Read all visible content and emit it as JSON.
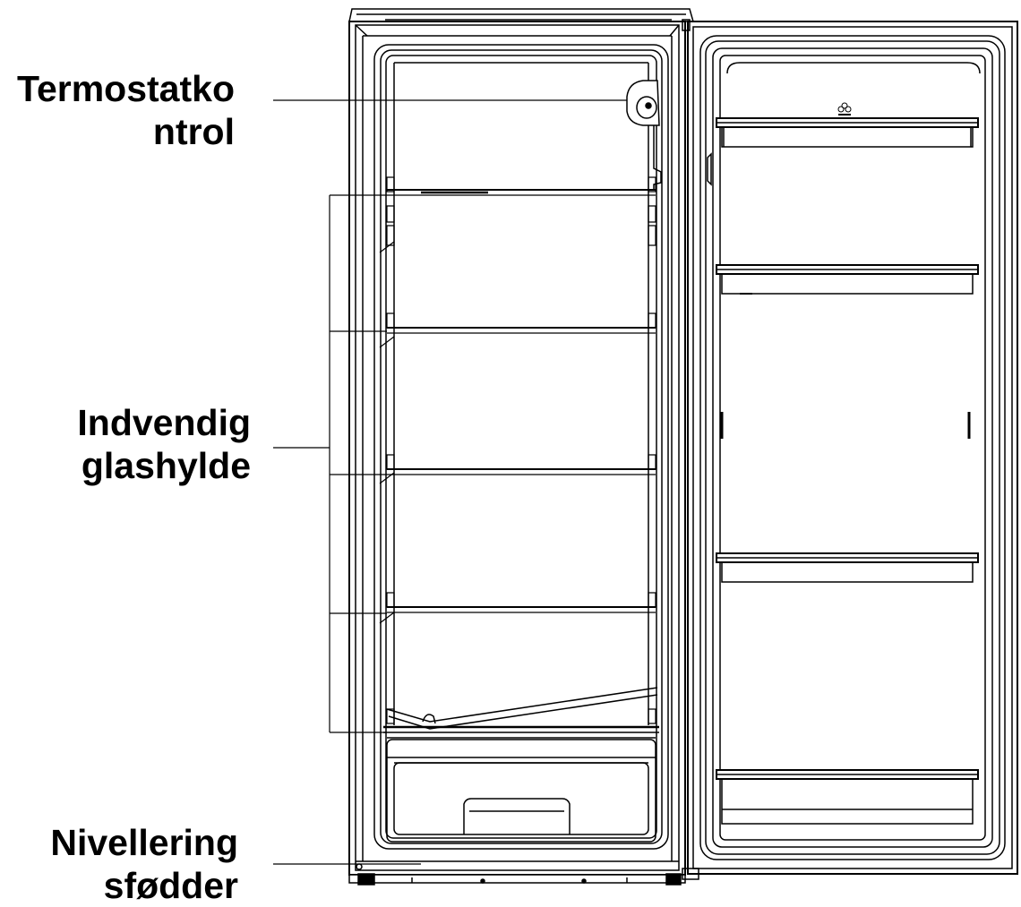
{
  "labels": {
    "thermostat": {
      "line1": "Termostatko",
      "line2": "ntrol"
    },
    "shelf": {
      "line1": "Indvendig",
      "line2": "glashylde"
    },
    "feet": {
      "line1": "Nivellering",
      "line2": "sfødder"
    }
  },
  "colors": {
    "ink": "#000000",
    "background": "#ffffff"
  },
  "icons": [
    "snowflake-icon"
  ]
}
